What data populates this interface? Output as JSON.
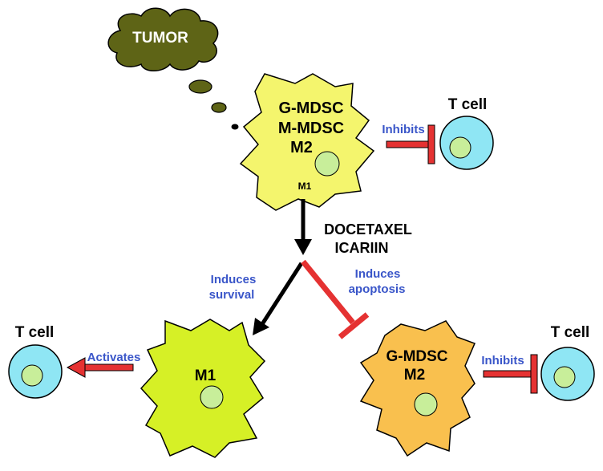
{
  "tumor": {
    "label": "TUMOR"
  },
  "top_cell": {
    "lines": [
      "G-MDSC",
      "M-MDSC",
      "M2"
    ],
    "small_label": "M1"
  },
  "treatment": {
    "lines": [
      "DOCETAXEL",
      "ICARIIN"
    ]
  },
  "t_cell_label": "T cell",
  "effects": {
    "inhibits": "Inhibits",
    "activates": "Activates",
    "induces_survival": [
      "Induces",
      "survival"
    ],
    "induces_apoptosis": [
      "Induces",
      "apoptosis"
    ]
  },
  "m1_cell": {
    "label": "M1"
  },
  "bottom_right_cell": {
    "lines": [
      "G-MDSC",
      "M2"
    ]
  },
  "colors": {
    "tumor": "#5e6416",
    "top_cell": "#f4f56d",
    "m1_cell": "#d6f026",
    "orange_cell": "#f9c04e",
    "nucleus": "#c8ee9a",
    "t_cell_outer": "#8fe6f4",
    "t_cell_inner": "#c8ee9a",
    "inhibit": "#e53232",
    "label_blue": "#3a56c9"
  }
}
